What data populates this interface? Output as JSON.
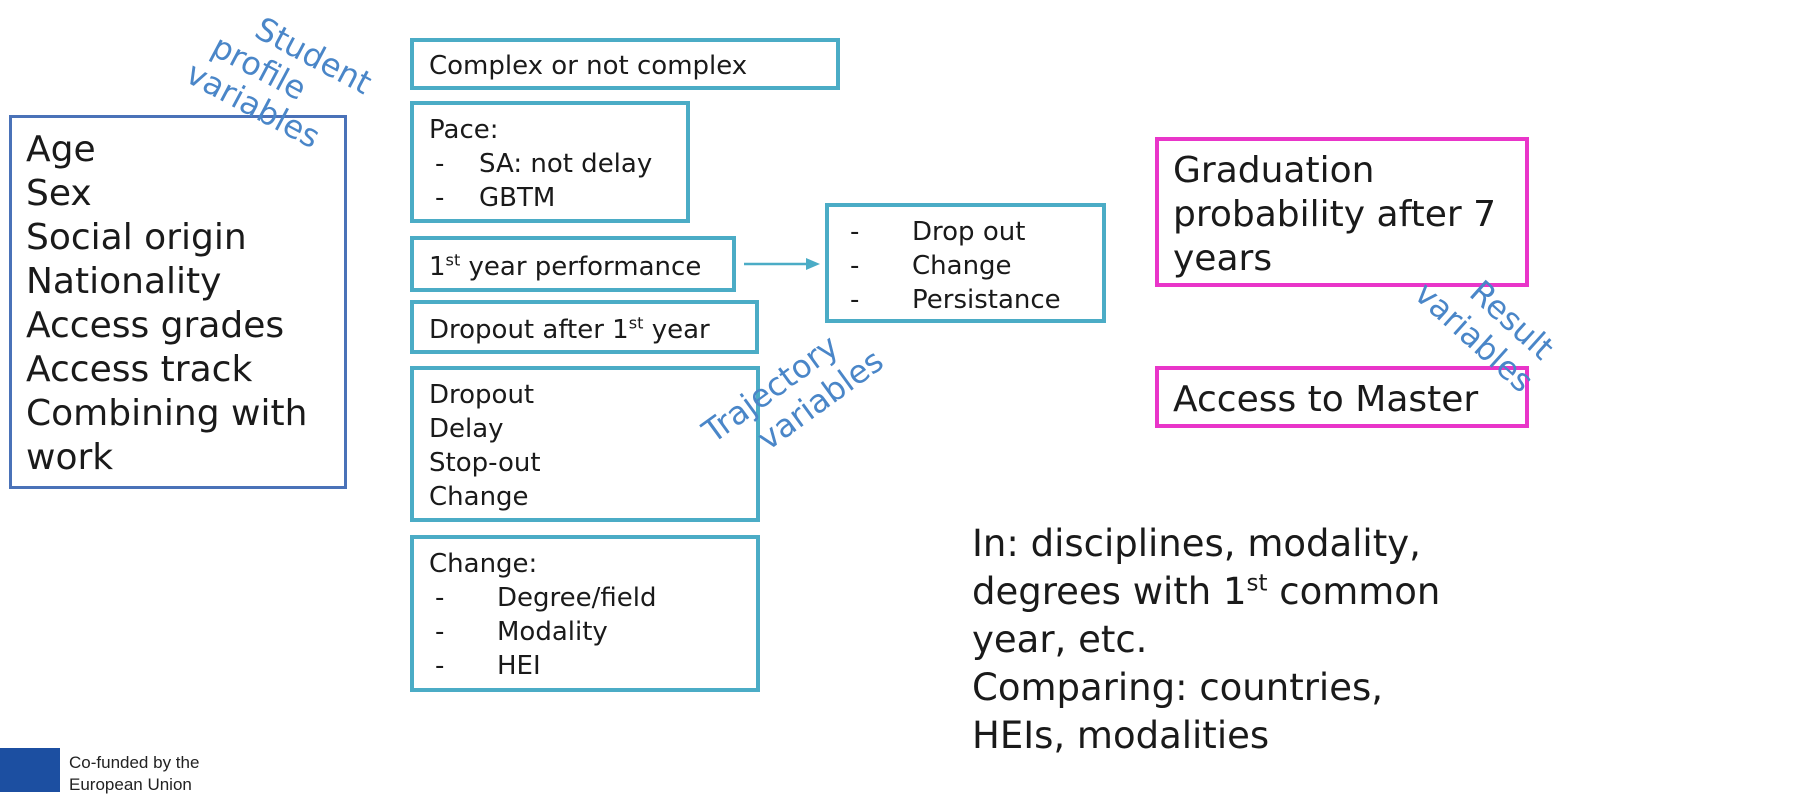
{
  "student_profile": {
    "label": [
      "Student",
      "profile",
      "variables"
    ],
    "items": [
      "Age",
      "Sex",
      "Social origin",
      "Nationality",
      "Access grades",
      "Access track",
      "Combining with",
      "work"
    ]
  },
  "middle": {
    "complex": "Complex or not complex",
    "pace": {
      "title": "Pace:",
      "items": [
        "SA: not delay",
        "GBTM"
      ]
    },
    "first_year": {
      "ordinal": "1",
      "suffix": "st",
      "rest": " year performance"
    },
    "dropout_first": {
      "pre": "Dropout after 1",
      "suffix": "st",
      "post": " year"
    },
    "trajectory_list": [
      "Dropout",
      "Delay",
      "Stop-out",
      "Change"
    ],
    "change": {
      "title": "Change:",
      "items": [
        "Degree/field",
        "Modality",
        "HEI"
      ]
    }
  },
  "outcomes": [
    "Drop out",
    "Change",
    "Persistance"
  ],
  "trajectory_label": [
    "Trajectory",
    "variables"
  ],
  "results": {
    "graduation": [
      "Graduation",
      "probability after 7",
      "years"
    ],
    "master": "Access to Master",
    "label": [
      "Result",
      "variables"
    ]
  },
  "notes": {
    "line1": "In: disciplines, modality,",
    "line2_pre": "degrees with 1",
    "line2_sup": "st",
    "line2_post": " common",
    "line3": "year, etc.",
    "line4": "Comparing: countries,",
    "line5": "HEIs, modalities"
  },
  "footer": {
    "cofunded": [
      "Co-funded by the",
      "European Union"
    ]
  },
  "colors": {
    "blue": "#4a72b8",
    "teal": "#4bacc6",
    "magenta": "#e935c9",
    "label_blue": "#4a86c8"
  },
  "arrow": {
    "from": "1st year performance",
    "to": "outcomes",
    "icon": "right-arrow-icon"
  }
}
